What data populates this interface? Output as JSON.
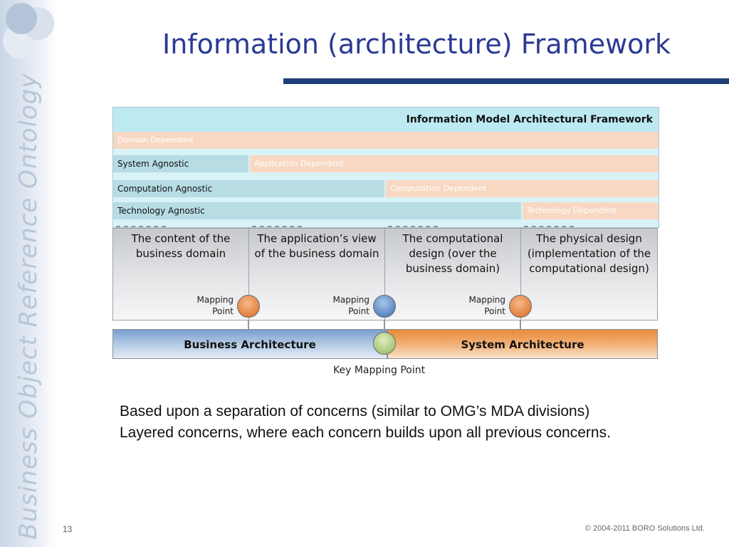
{
  "slide": {
    "title": "Information (architecture) Framework",
    "sidebar_text": "Business Object Reference Ontology",
    "page_number": "13",
    "copyright": "© 2004-2011 BORO Solutions Ltd."
  },
  "diagram": {
    "title": "Information Model Architectural Framework",
    "bands": {
      "domain_dependent": "Domain Dependent",
      "system_agnostic": "System Agnostic",
      "application_dependent": "Application Dependent",
      "computation_agnostic": "Computation Agnostic",
      "computation_dependent": "Computation Dependent",
      "technology_agnostic": "Technology Agnostic",
      "technology_dependent": "Technology Dependent"
    },
    "concerns": [
      {
        "text": "The content of the business domain"
      },
      {
        "text": "The application’s view of the business domain"
      },
      {
        "text": "The computational design (over the business domain)"
      },
      {
        "text": "The physical design (implementation of the computational design)"
      }
    ],
    "mapping_point_line1": "Mapping",
    "mapping_point_line2": "Point",
    "business_architecture": "Business Architecture",
    "system_architecture": "System Architecture",
    "key_mapping_point": "Key Mapping Point"
  },
  "body": {
    "line1": "Based upon a separation of concerns (similar to OMG’s MDA divisions)",
    "line2": "Layered concerns, where each concern builds upon all previous concerns."
  }
}
